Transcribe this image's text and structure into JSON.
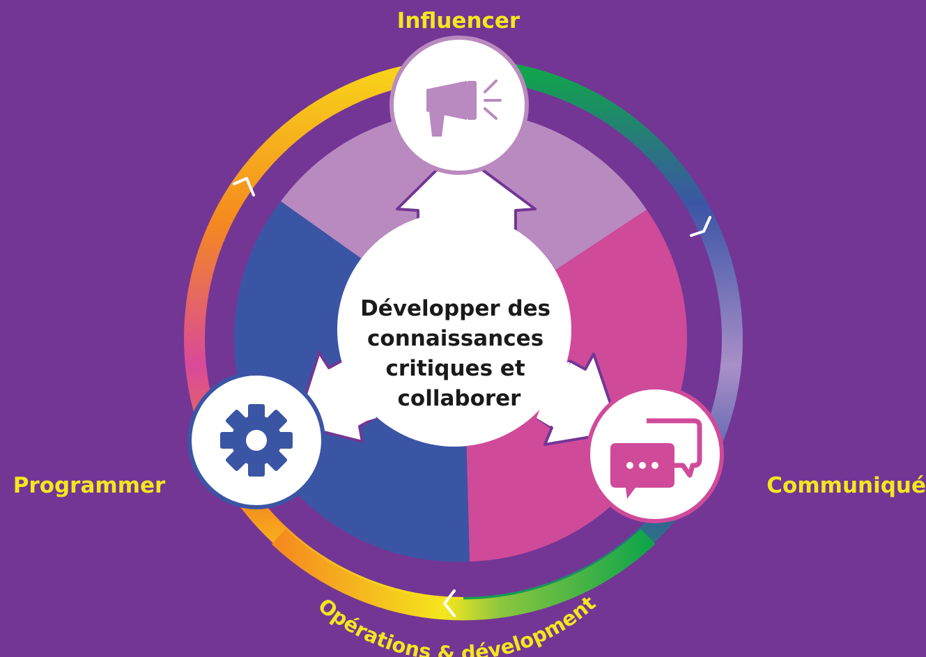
{
  "colors": {
    "background": "#733695",
    "labels": "#f5e61e",
    "segment_influencer": "#b98abf",
    "segment_communique": "#d04a9a",
    "segment_programmer": "#3b55a5",
    "center_text": "#1a1a1a",
    "white": "#ffffff"
  },
  "center": {
    "lines": [
      "Développer des",
      "connaissances",
      "critiques et",
      "collaborer"
    ]
  },
  "labels": {
    "top": "Influencer",
    "left": "Programmer",
    "right": "Communiqué",
    "bottom": "Opérations & dévelopment"
  },
  "icons": {
    "top": "megaphone-icon",
    "left": "gear-icon",
    "right": "chat-bubbles-icon"
  }
}
